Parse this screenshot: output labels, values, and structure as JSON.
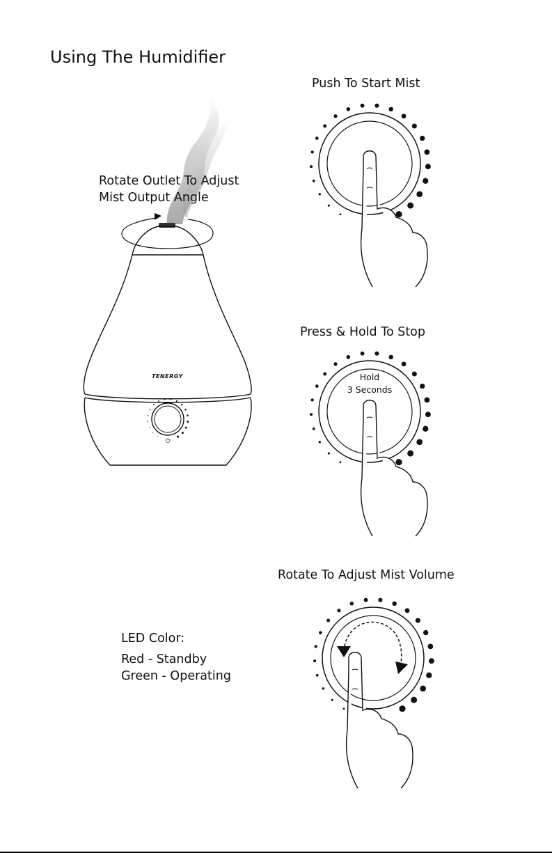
{
  "page": {
    "title": "Using The Humidifier"
  },
  "humidifier": {
    "caption_line1": "Rotate Outlet To Adjust",
    "caption_line2": "Mist Output Angle",
    "brand_logo_text": "TENERGY",
    "icon": "humidifier-drawing"
  },
  "steps": [
    {
      "caption": "Push To Start Mist",
      "icon": "press-knob-icon"
    },
    {
      "caption": "Press & Hold To Stop",
      "hold_line1": "Hold",
      "hold_line2": "3 Seconds",
      "icon": "hold-knob-icon"
    },
    {
      "caption": "Rotate To Adjust Mist Volume",
      "icon": "rotate-knob-icon"
    }
  ],
  "led": {
    "heading": "LED Color:",
    "red": "Red - Standby",
    "green": "Green - Operating"
  },
  "colors": {
    "ink": "#111111",
    "mist": "#cfcfcf"
  }
}
